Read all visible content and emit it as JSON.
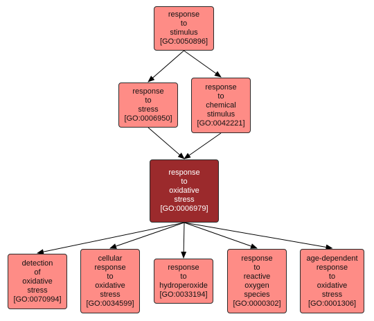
{
  "diagram": {
    "colors": {
      "node_fill": "#fe8c86",
      "focus_fill": "#9b2a2c",
      "focus_text": "#ffffff",
      "edge": "#000000"
    },
    "nodes": [
      {
        "id": "n_stimulus",
        "lines": [
          "response",
          "to",
          "stimulus",
          "[GO:0050896]"
        ],
        "focus": false
      },
      {
        "id": "n_stress",
        "lines": [
          "response",
          "to",
          "stress",
          "[GO:0006950]"
        ],
        "focus": false
      },
      {
        "id": "n_chemical",
        "lines": [
          "response",
          "to",
          "chemical",
          "stimulus",
          "[GO:0042221]"
        ],
        "focus": false
      },
      {
        "id": "n_oxidative",
        "lines": [
          "response",
          "to",
          "oxidative",
          "stress",
          "[GO:0006979]"
        ],
        "focus": true
      },
      {
        "id": "n_detection",
        "lines": [
          "detection",
          "of",
          "oxidative",
          "stress",
          "[GO:0070994]"
        ],
        "focus": false
      },
      {
        "id": "n_cellular",
        "lines": [
          "cellular",
          "response",
          "to",
          "oxidative",
          "stress",
          "[GO:0034599]"
        ],
        "focus": false
      },
      {
        "id": "n_hydroperoxide",
        "lines": [
          "response",
          "to",
          "hydroperoxide",
          "[GO:0033194]"
        ],
        "focus": false
      },
      {
        "id": "n_ros",
        "lines": [
          "response",
          "to",
          "reactive",
          "oxygen",
          "species",
          "[GO:0000302]"
        ],
        "focus": false
      },
      {
        "id": "n_age",
        "lines": [
          "age-dependent",
          "response",
          "to",
          "oxidative",
          "stress",
          "[GO:0001306]"
        ],
        "focus": false
      }
    ],
    "edges": [
      {
        "from": "n_stimulus",
        "to": "n_stress"
      },
      {
        "from": "n_stimulus",
        "to": "n_chemical"
      },
      {
        "from": "n_stress",
        "to": "n_oxidative"
      },
      {
        "from": "n_chemical",
        "to": "n_oxidative"
      },
      {
        "from": "n_oxidative",
        "to": "n_detection"
      },
      {
        "from": "n_oxidative",
        "to": "n_cellular"
      },
      {
        "from": "n_oxidative",
        "to": "n_hydroperoxide"
      },
      {
        "from": "n_oxidative",
        "to": "n_ros"
      },
      {
        "from": "n_oxidative",
        "to": "n_age"
      }
    ]
  }
}
